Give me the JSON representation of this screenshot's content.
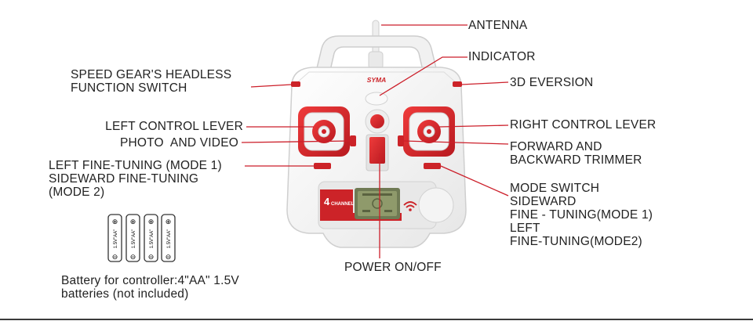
{
  "brand": "SYMA",
  "panel_text": {
    "channel_number": "4",
    "channel_word": "CHANNEL",
    "battery_label": "1.5V\"AA\""
  },
  "labels": {
    "antenna": "ANTENNA",
    "indicator": "INDICATOR",
    "headless_switch": "SPEED GEAR'S HEADLESS\nFUNCTION SWITCH",
    "eversion": "3D EVERSION",
    "left_lever": "LEFT CONTROL LEVER",
    "photo_video": "PHOTO  AND VIDEO",
    "left_fine_tuning": "LEFT FINE-TUNING (MODE 1)\nSIDEWARD FINE-TUNING\n(MODE 2)",
    "right_lever": "RIGHT CONTROL LEVER",
    "forward_backward": "FORWARD AND\nBACKWARD TRIMMER",
    "mode_switch": "MODE SWITCH\nSIDEWARD\nFINE - TUNING(MODE 1)\nLEFT\nFINE-TUNING(MODE2)",
    "power": "POWER ON/OFF",
    "battery_note": "Battery for controller:4\"AA\" 1.5V\nbatteries (not included)"
  },
  "icons": {
    "wifi": "wifi-signal-icon",
    "battery": "aa-battery-icon",
    "plus": "plus-icon",
    "minus": "minus-icon"
  },
  "colors": {
    "leader_line": "#cc1f2a",
    "body_red": "#d8262b",
    "body_white": "#f4f4f4",
    "lcd_green": "#8f9a6b",
    "text": "#222222"
  }
}
